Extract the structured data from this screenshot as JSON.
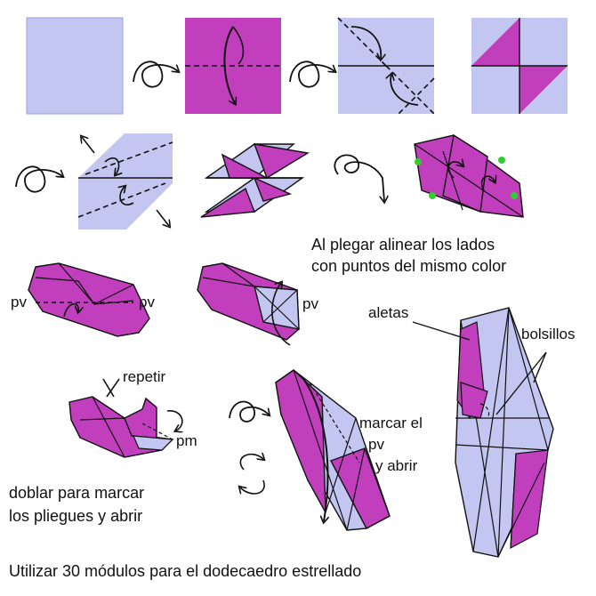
{
  "colors": {
    "lavender": "#c3c6f0",
    "magenta": "#c13fbd",
    "line": "#111111",
    "green_dot": "#33cc33"
  },
  "labels": {
    "align_note_1": "Al plegar alinear los lados",
    "align_note_2": "con puntos del mismo color",
    "pv_left": "pv",
    "pv_right": "pv",
    "pv_step8": "pv",
    "aletas": "aletas",
    "bolsillos": "bolsillos",
    "repetir": "repetir",
    "pm": "pm",
    "mark_1": "marcar el",
    "mark_2": "pv",
    "mark_3": "y abrir",
    "fold_1": "doblar para marcar",
    "fold_2": "los pliegues y abrir",
    "bottom_caption": "Utilizar 30 módulos para el dodecaedro estrellado"
  }
}
